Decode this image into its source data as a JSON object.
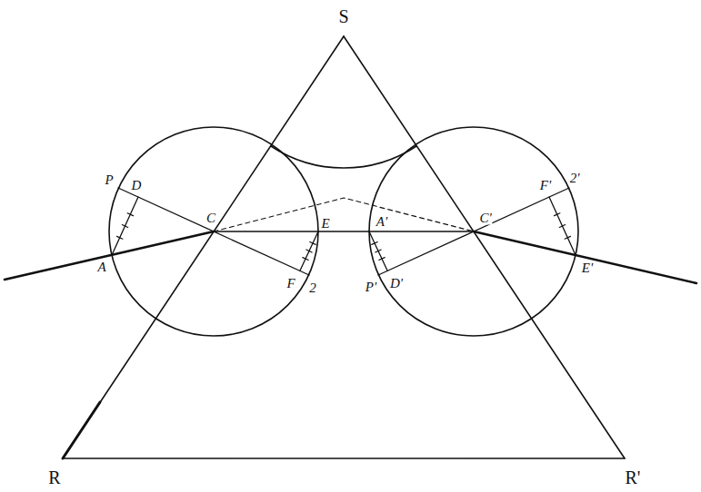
{
  "diagram": {
    "labels": [
      "S",
      "P",
      "D",
      "C",
      "E",
      "A",
      "F",
      "2",
      "A'",
      "P'",
      "D'",
      "C'",
      "F'",
      "2'",
      "E'",
      "R",
      "R'"
    ]
  }
}
